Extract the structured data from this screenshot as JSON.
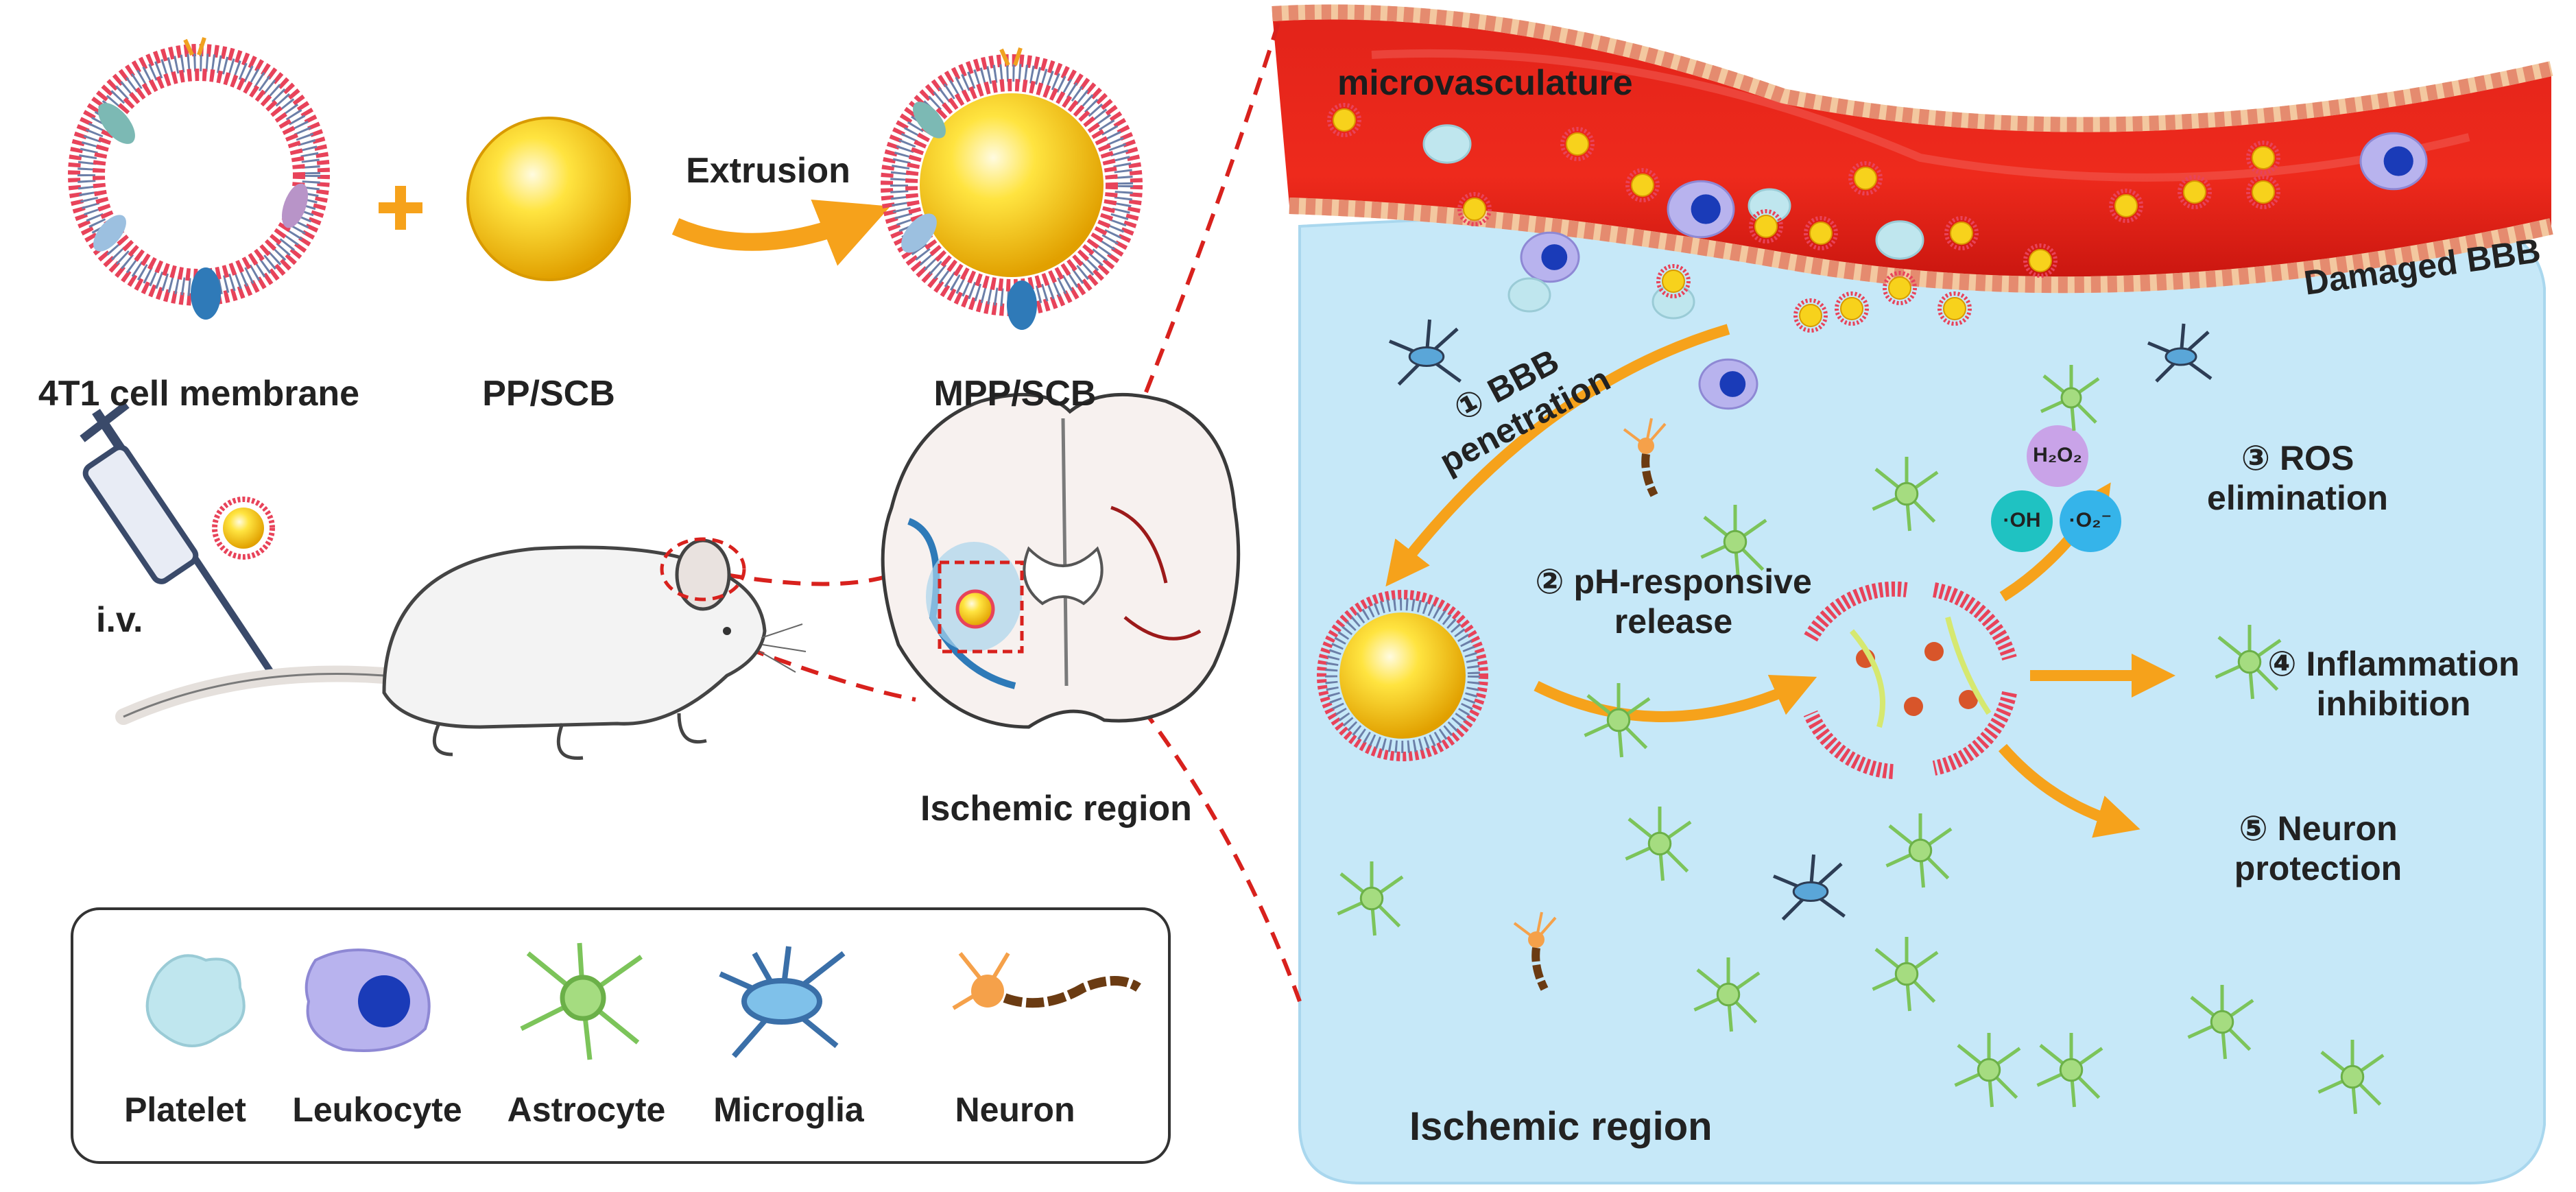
{
  "top_row": {
    "membrane_label": "4T1 cell membrane",
    "plus_symbol": "+",
    "core_label": "PP/SCB",
    "arrow_label": "Extrusion",
    "product_label": "MPP/SCB"
  },
  "mouse_panel": {
    "injection_label": "i.v.",
    "brain_label": "Ischemic region"
  },
  "legend": {
    "items": [
      {
        "label": "Platelet"
      },
      {
        "label": "Leukocyte"
      },
      {
        "label": "Astrocyte"
      },
      {
        "label": "Microglia"
      },
      {
        "label": "Neuron"
      }
    ]
  },
  "right_panel": {
    "vessel_label": "microvasculature",
    "barrier_label": "Damaged BBB",
    "region_label": "Ischemic region",
    "steps": [
      {
        "num": "①",
        "line1": "BBB",
        "line2": "penetration"
      },
      {
        "num": "②",
        "line1": "pH-responsive",
        "line2": "release"
      },
      {
        "num": "③",
        "line1": "ROS",
        "line2": "elimination"
      },
      {
        "num": "④",
        "line1": "Inflammation",
        "line2": "inhibition"
      },
      {
        "num": "⑤",
        "line1": "Neuron",
        "line2": "protection"
      }
    ],
    "ros": {
      "h2o2": "H₂O₂",
      "oh": "·OH",
      "o2": "·O₂⁻"
    }
  },
  "colors": {
    "vessel_red": "#e8231a",
    "vessel_dark": "#b5120d",
    "tissue_blue": "#c6e8f8",
    "membrane_red": "#e8435a",
    "core_yellow": "#f7d21c",
    "arrow_orange": "#f6a21b",
    "dash_red": "#d8211d",
    "ros_purple": "#c9a3e8",
    "ros_teal": "#1fc2c2",
    "ros_cyan": "#35b4ea",
    "astro_green": "#7cc45a",
    "micro_blue": "#5aa6d8",
    "neuron_orange": "#f5a14a",
    "leuko_purple": "#b8b3ee",
    "platelet_cyan": "#bfe6ee"
  }
}
